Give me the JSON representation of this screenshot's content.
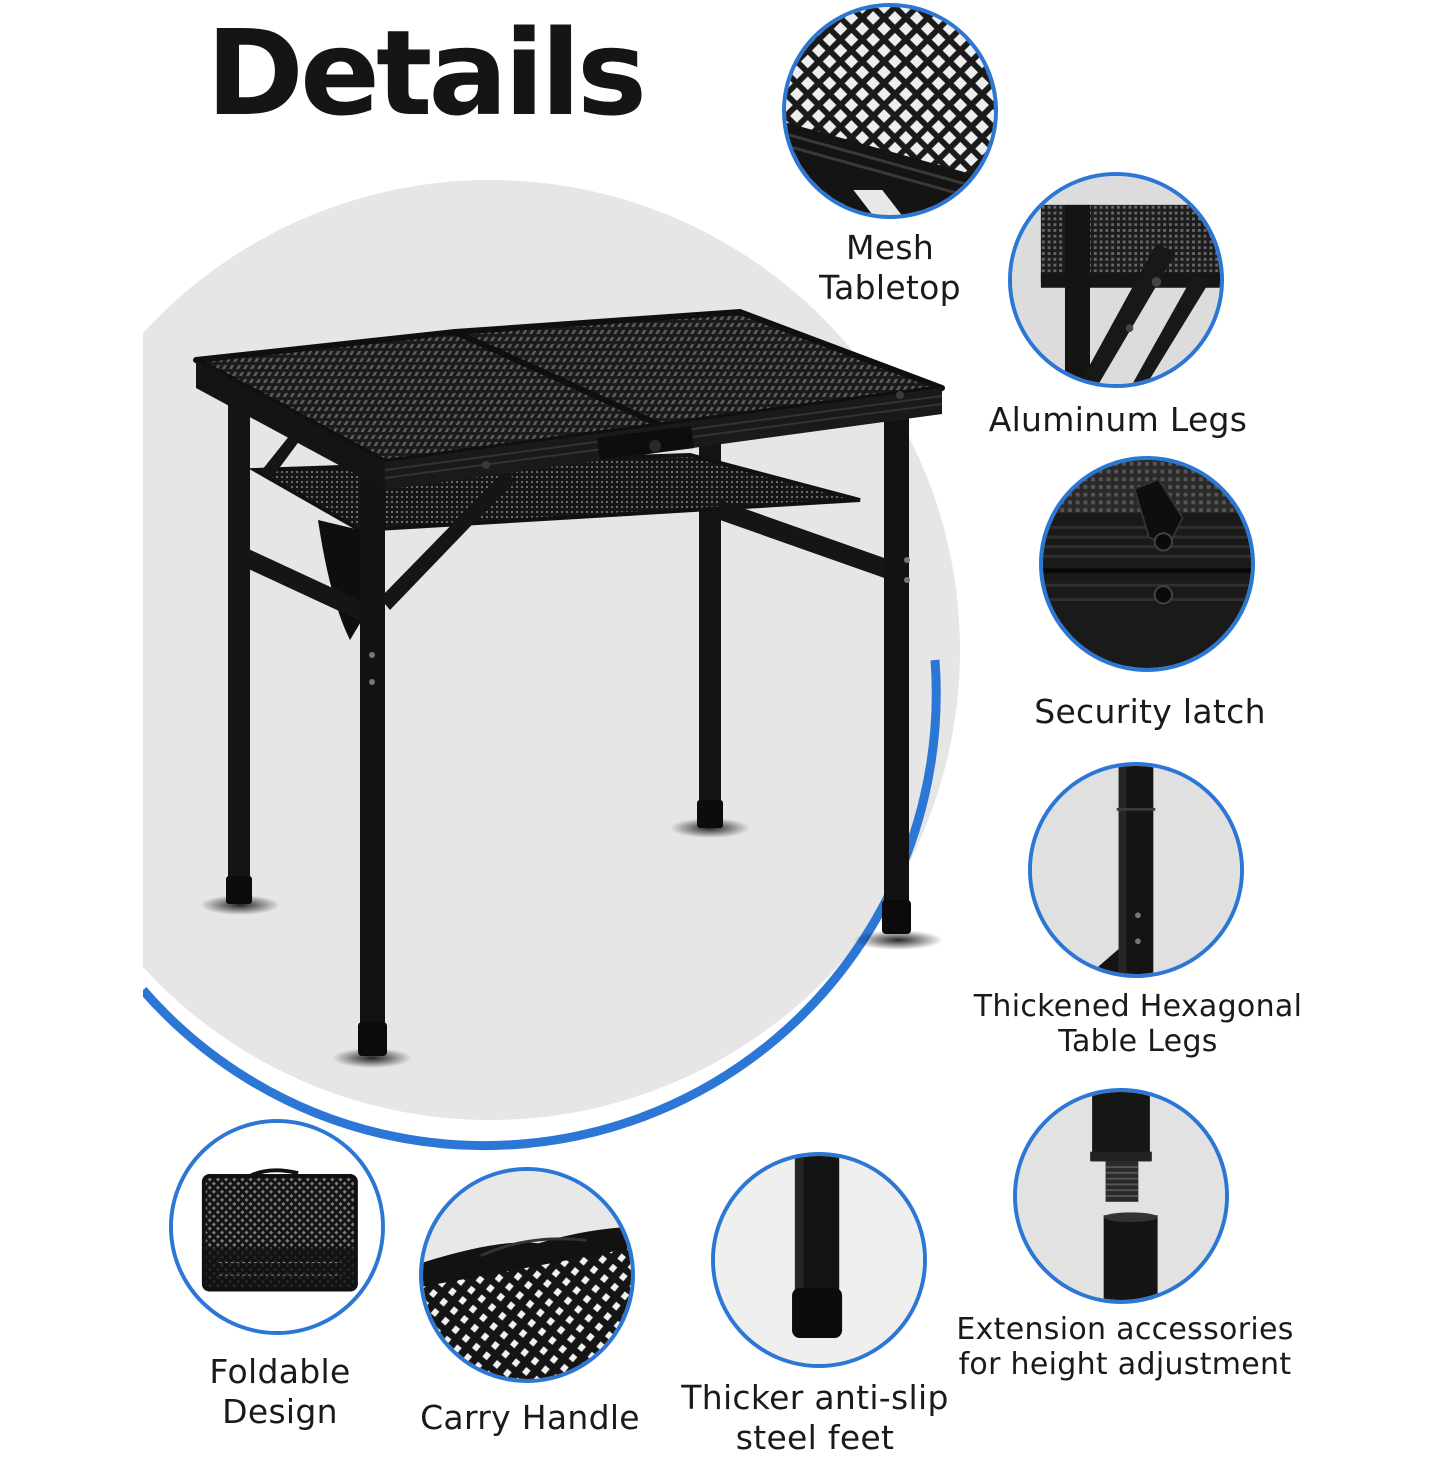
{
  "title": "Details",
  "colors": {
    "accent": "#2c77d6",
    "hero_background": "#e6e6e6",
    "product": "#111111",
    "text": "#1a1a1a"
  },
  "hero": {
    "subject": "folding mesh camping table with under-shelf mesh storage and adjustable legs"
  },
  "features": [
    {
      "id": "mesh-tabletop",
      "lines": [
        "Mesh",
        "Tabletop"
      ],
      "icon": "mesh-tabletop-closeup"
    },
    {
      "id": "aluminum-legs",
      "lines": [
        "Aluminum Legs"
      ],
      "icon": "folding-leg-brace-closeup"
    },
    {
      "id": "security-latch",
      "lines": [
        "Security latch"
      ],
      "icon": "latch-closeup"
    },
    {
      "id": "hexagonal-legs",
      "lines": [
        "Thickened Hexagonal",
        "Table Legs"
      ],
      "icon": "hex-leg-closeup"
    },
    {
      "id": "extension-accessories",
      "lines": [
        "Extension accessories",
        "for height adjustment"
      ],
      "icon": "threaded-extension-closeup"
    },
    {
      "id": "steel-feet",
      "lines": [
        "Thicker anti-slip",
        "steel feet"
      ],
      "icon": "foot-cap-closeup"
    },
    {
      "id": "carry-handle",
      "lines": [
        "Carry Handle"
      ],
      "icon": "handle-closeup"
    },
    {
      "id": "foldable-design",
      "lines": [
        "Foldable",
        "Design"
      ],
      "icon": "folded-table-closeup"
    }
  ]
}
